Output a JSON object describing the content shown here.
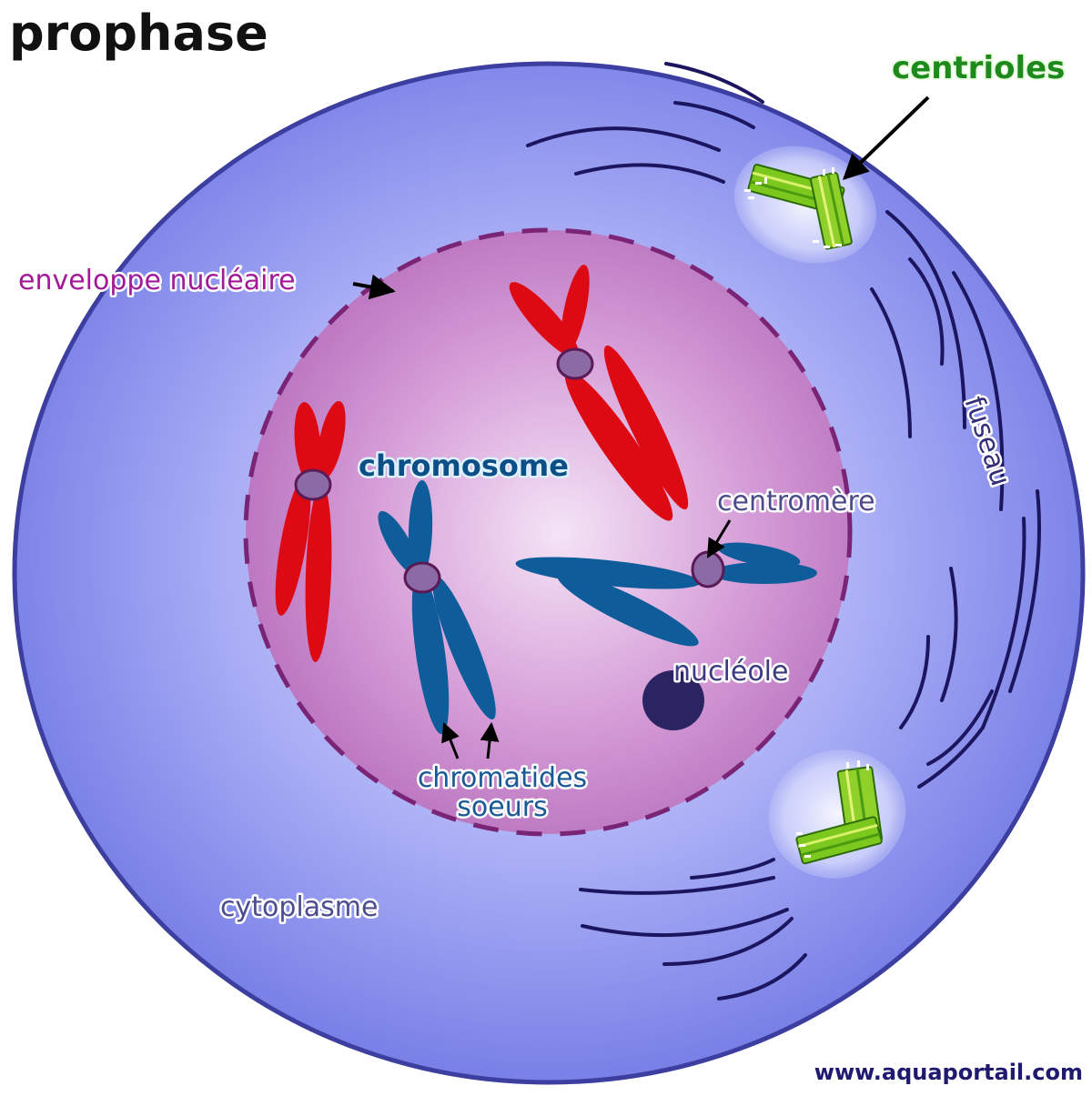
{
  "title": "prophase",
  "labels": {
    "centrioles": "centrioles",
    "nuclear_envelope": "enveloppe nucléaire",
    "chromosome": "chromosome",
    "centromere": "centromère",
    "spindle": "fuseau",
    "nucleolus": "nucléole",
    "sister_chromatids_line1": "chromatides",
    "sister_chromatids_line2": "soeurs",
    "cytoplasm": "cytoplasme"
  },
  "watermark": "www.aquaportail.com",
  "colors": {
    "cell_fill": "#8d94ee",
    "cell_border": "#3c3ea0",
    "nucleus_fill": "#c884c8",
    "envelope_dash": "#7a2475",
    "chromosome_red": "#dd0a14",
    "chromosome_blue": "#0e5c9a",
    "centromere": "#8b6aa6",
    "nucleolus": "#2a2463",
    "spindle": "#1c1660",
    "centriole_green": "#6cc21c",
    "label_green": "#1e8a1e"
  }
}
